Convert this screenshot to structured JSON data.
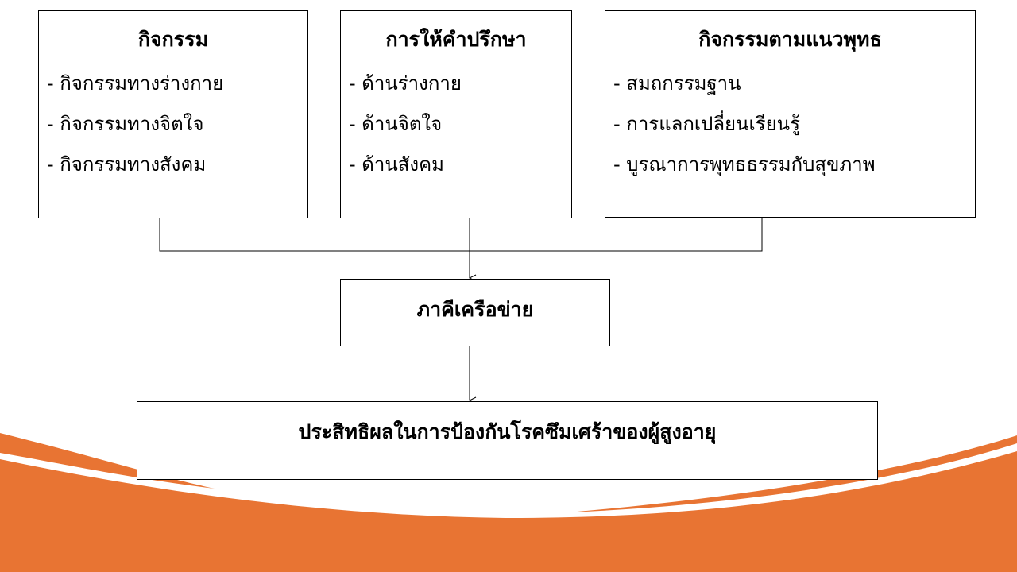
{
  "boxes": [
    {
      "title": "กิจกรรม",
      "items": [
        "- กิจกรรมทางร่างกาย",
        "- กิจกรรมทางจิตใจ",
        "- กิจกรรมทางสังคม"
      ]
    },
    {
      "title": "การให้คำปรึกษา",
      "items": [
        "- ด้านร่างกาย",
        "- ด้านจิตใจ",
        "- ด้านสังคม"
      ]
    },
    {
      "title": "กิจกรรมตามแนวพุทธ",
      "items": [
        "- สมถกรรมฐาน",
        "- การแลกเปลี่ยนเรียนรู้",
        "- บูรณาการพุทธธรรมกับสุขภาพ"
      ]
    }
  ],
  "network": "ภาคีเครือข่าย",
  "outcome": "ประสิทธิผลในการป้องกันโรคซึมเศร้าของผู้สูงอายุ",
  "colors": {
    "accent": "#E87433"
  }
}
